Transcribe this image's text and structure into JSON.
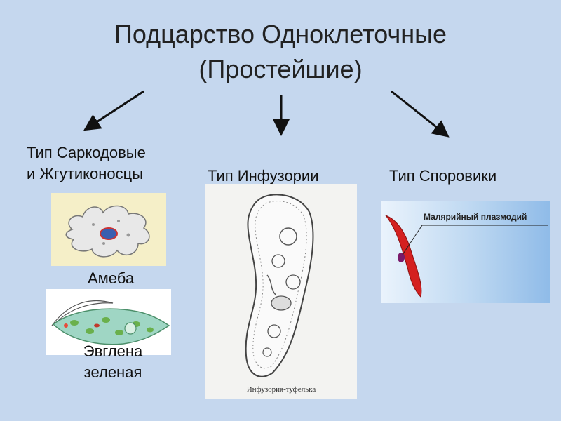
{
  "title": {
    "line1": "Подцарство Одноклеточные",
    "line2": "(Простейшие)"
  },
  "branches": {
    "sarcodina": {
      "line1": "Тип Саркодовые",
      "line2": "и Жгутиконосцы"
    },
    "infusoria": {
      "label": "Тип Инфузории"
    },
    "sporozoa": {
      "label": "Тип Споровики"
    }
  },
  "images": {
    "amoeba": {
      "caption": "Амеба"
    },
    "euglena": {
      "caption_line1": "Эвглена",
      "caption_line2": "зеленая"
    },
    "paramecium": {
      "caption": "Инфузория-туфелька"
    },
    "plasmodium": {
      "caption": "Малярийный плазмодий"
    }
  }
}
